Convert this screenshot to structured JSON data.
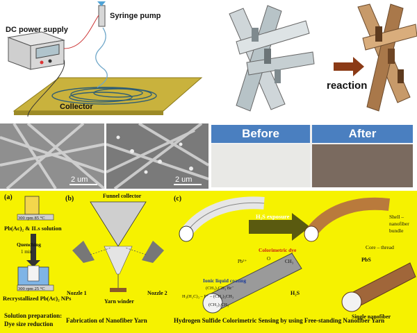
{
  "top_left": {
    "dc_power_label": "DC power supply",
    "syringe_label": "Syringe pump",
    "collector_label": "Collector"
  },
  "top_right": {
    "reaction_label": "reaction"
  },
  "sem": {
    "scale_left": "2 um",
    "scale_right": "2 um"
  },
  "color_test": {
    "before_label": "Before",
    "after_label": "After",
    "header_color": "#4a7fc0",
    "before_swatch": "#e9e9e6",
    "after_swatch": "#7a6a5f"
  },
  "bottom": {
    "background": "#f6f200",
    "panel_a": {
      "tag": "(a)",
      "temp_hot": "300 rpm 85 °C",
      "solution_label": "Pb(Ac)₂ & ILs solution",
      "quench_label": "Quenching",
      "quench_time": "1 min",
      "temp_cold": "300 rpm 25 °C",
      "nps_label": "Recrystallized Pb(Ac)₂ NPs",
      "caption_line1": "Solution preparation:",
      "caption_line2": "Dye size reduction"
    },
    "panel_b": {
      "tag": "(b)",
      "funnel_label": "Funnel collector",
      "nozzle1": "Nozzle 1",
      "nozzle2": "Nozzle 2",
      "winder": "Yarn winder",
      "caption": "Fabrication of Nanofiber Yarn"
    },
    "panel_c": {
      "tag": "(c)",
      "exposure": "H₂S exposure",
      "shell_l1": "Shell –",
      "shell_l2": "nanofiber",
      "shell_l3": "bundle",
      "core": "Core – thread",
      "pbs": "PbS",
      "single": "Single nanofiber",
      "dye": "Colorimetric dye",
      "pb": "Pb²⁺",
      "ionic": "Ionic liquid coating",
      "formula1": "(CH₃)₃CH₃   Br⁻",
      "formula2": "H₃(H₂C)₃ – P⁺ – (CH₂)₃CH₃",
      "formula3": "(CH₂)₃CH₃",
      "h2s": "H₂S",
      "o_label": "O",
      "ch3_label": "CH₃",
      "caption": "Hydrogen Sulfide Colorimetric Sensing by using Free-standing Nanofiber Yarn"
    }
  }
}
